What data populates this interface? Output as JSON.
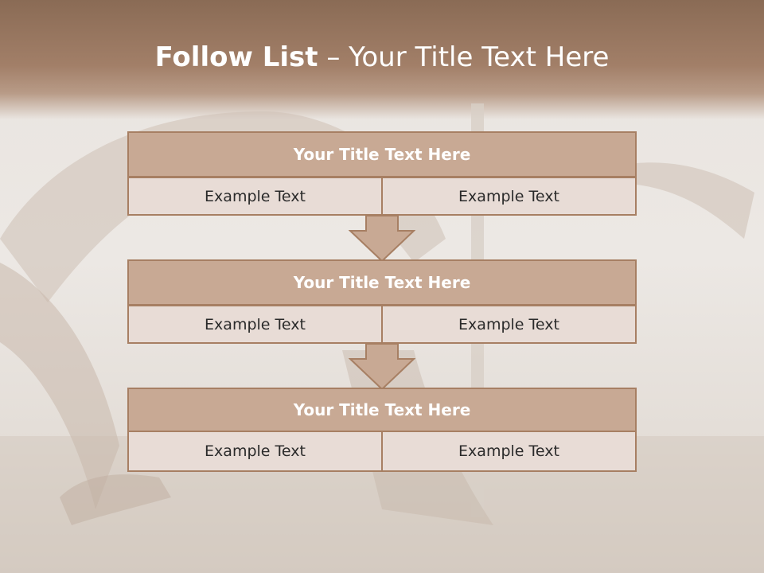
{
  "slide": {
    "title_bold": "Follow List",
    "title_rest": " – Your Title Text Here"
  },
  "flow": [
    {
      "heading": "Your Title Text Here",
      "left": "Example Text",
      "right": "Example Text"
    },
    {
      "heading": "Your Title Text Here",
      "left": "Example Text",
      "right": "Example Text"
    },
    {
      "heading": "Your Title Text Here",
      "left": "Example Text",
      "right": "Example Text"
    }
  ],
  "colors": {
    "header": "#a27f68",
    "box_head": "#c8a994",
    "box_cell": "#e8dcd6",
    "border": "#a77f63"
  }
}
